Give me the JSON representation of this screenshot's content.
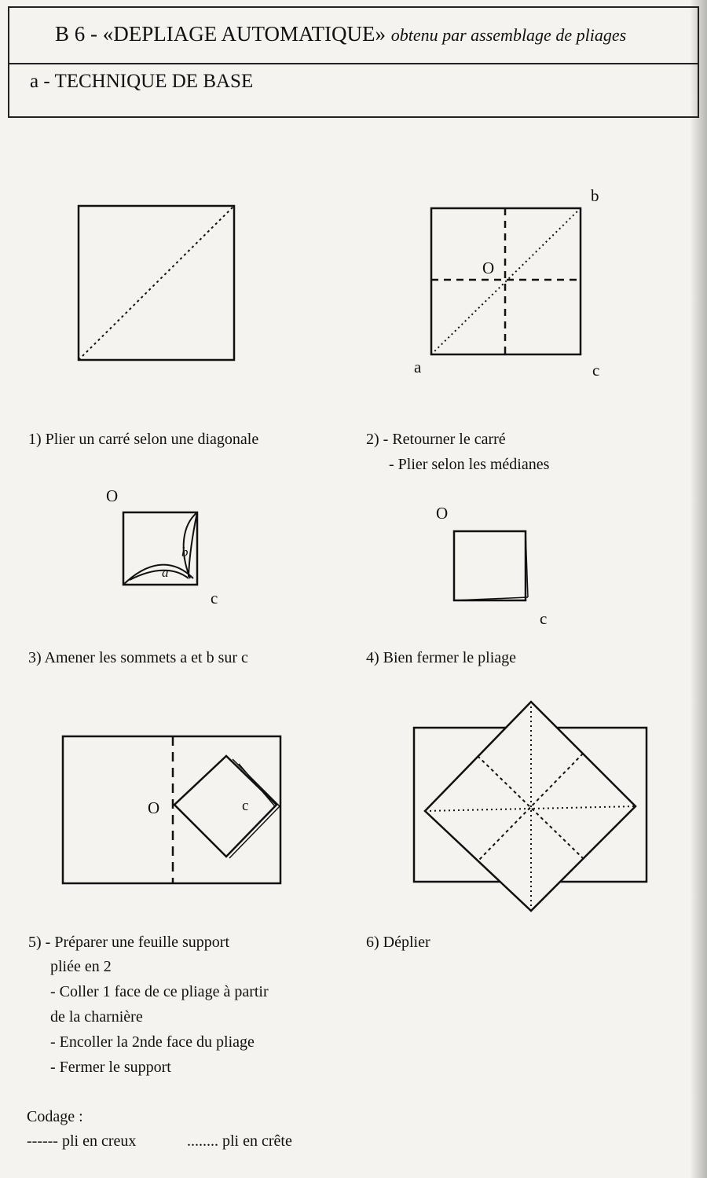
{
  "header": {
    "title": "B 6 - «DEPLIAGE AUTOMATIQUE»",
    "title_suffix": "obtenu par assemblage de pliages",
    "section": "a - TECHNIQUE DE BASE"
  },
  "figures": {
    "fig2": {
      "b": "b",
      "o": "O",
      "a": "a",
      "c": "c"
    },
    "fig3": {
      "o": "O",
      "a": "a",
      "b": "b",
      "c": "c"
    },
    "fig4": {
      "o": "O",
      "c": "c"
    },
    "fig5": {
      "o": "O",
      "c": "c"
    }
  },
  "steps": {
    "s1": "1) Plier un carré selon une diagonale",
    "s2_line1": "2) - Retourner le carré",
    "s2_line2": "- Plier selon les médianes",
    "s3": "3) Amener les sommets a et b sur c",
    "s4": "4) Bien fermer le pliage",
    "s5_line1": "5) - Préparer une feuille support",
    "s5_line2": "pliée en 2",
    "s5_line3": "- Coller 1 face de ce pliage à partir",
    "s5_line4": "de la charnière",
    "s5_line5": "- Encoller la 2nde face du pliage",
    "s5_line6": "- Fermer le support",
    "s6": "6) Déplier"
  },
  "legend": {
    "title": "Codage :",
    "valley": "------ pli en creux",
    "mountain": "........ pli en crête"
  }
}
